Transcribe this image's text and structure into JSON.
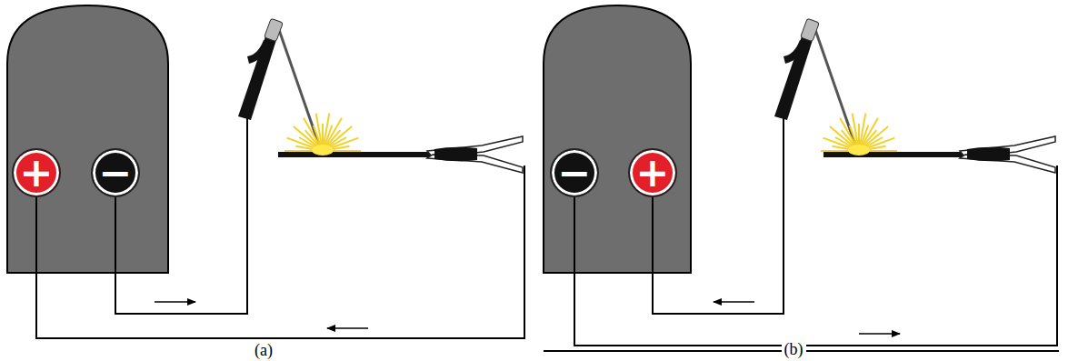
{
  "diagram": {
    "nodes": [
      {
        "text": [
          "+"
        ]
      },
      {
        "text": [
          "−"
        ]
      },
      {
        "text": [
          "−"
        ]
      },
      {
        "text": [
          "+"
        ]
      }
    ],
    "labels": [
      "(a)",
      "(b)"
    ]
  }
}
